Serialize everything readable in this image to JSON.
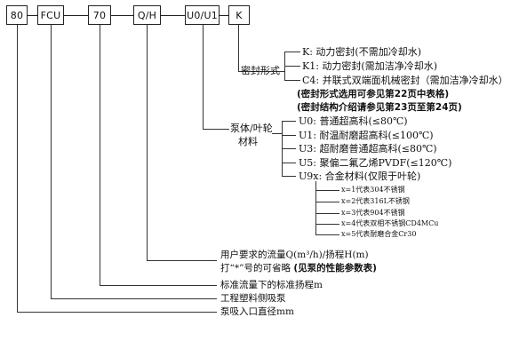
{
  "codes": [
    "80",
    "FCU",
    "70",
    "Q/H",
    "U0/U1",
    "K"
  ],
  "seal": {
    "title": "密封形式",
    "options": [
      "K:    动力密封(不需加冷却水)",
      "K1:  动力密封(需加洁净冷却水)",
      "C4:  并联式双端面机械密封（需加洁净冷却水）"
    ],
    "notes": [
      "(密封形式选用可参见第22页中表格)",
      "(密封结构介绍请参见第23页至第24页)"
    ]
  },
  "material": {
    "title_line1": "泵体/叶轮",
    "title_line2": "材料",
    "options": [
      "U0:  普通超高科(≤80℃)",
      "U1:  耐温耐磨超高科(≤100℃)",
      "U3:  超耐磨普通超高科(≤80℃)",
      "U5:  聚偏二氟乙烯PVDF(≤120℃)",
      "U9x: 合金材料(仅限于叶轮)"
    ],
    "alloy": [
      "x=1代表304不锈钢",
      "x=2代表316L不锈钢",
      "x=3代表904不锈钢",
      "x=4代表双相不锈钢CD4MCu",
      "x=5代表耐磨合金Cr30"
    ]
  },
  "flow": {
    "line1": "用户要求的流量Q(m³/h)/扬程H(m)",
    "line2_prefix": "打“*”号的可省略",
    "line2_bold": "(见泵的性能参数表)"
  },
  "head_label": "标准流量下的标准扬程m",
  "pump_type": "工程塑料侧吸泵",
  "inlet": "泵吸入口直径mm"
}
